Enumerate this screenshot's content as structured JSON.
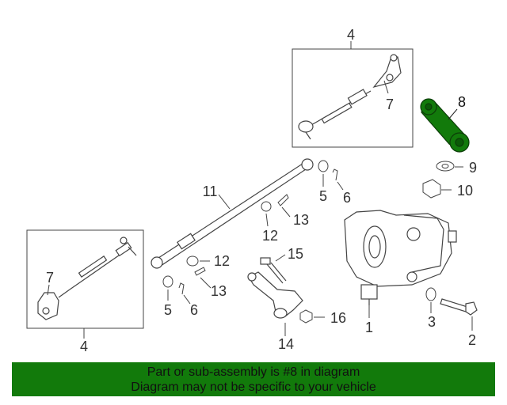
{
  "callouts": {
    "c4_top": "4",
    "c7_top": "7",
    "c8": "8",
    "c9": "9",
    "c10": "10",
    "c11": "11",
    "c5_top": "5",
    "c6_top": "6",
    "c13_top": "13",
    "c12_top": "12",
    "c15": "15",
    "c12_mid": "12",
    "c13_mid": "13",
    "c7_left": "7",
    "c5_bot": "5",
    "c6_bot": "6",
    "c16": "16",
    "c1": "1",
    "c3": "3",
    "c2": "2",
    "c14": "14",
    "c4_bot": "4"
  },
  "banner": {
    "line1": "Part or sub-assembly is #8 in diagram",
    "line2": "Diagram may not be specific to your vehicle"
  },
  "colors": {
    "highlight": "#127a0b",
    "line": "#555555"
  }
}
